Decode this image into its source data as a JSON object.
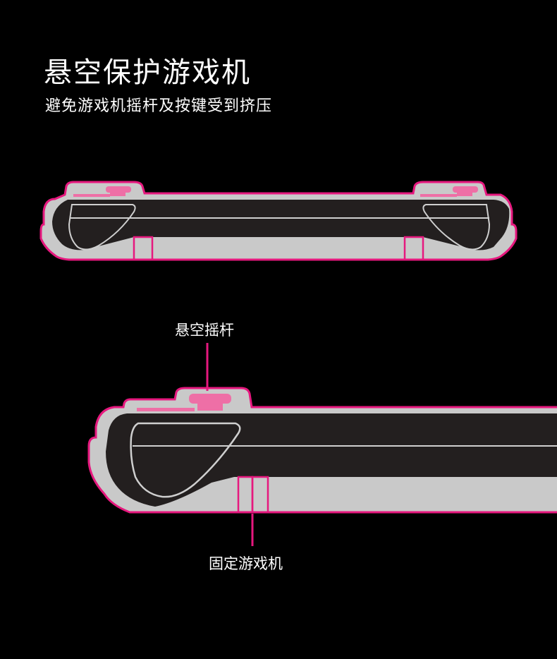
{
  "header": {
    "title": "悬空保护游戏机",
    "subtitle": "避免游戏机摇杆及按键受到挤压"
  },
  "callouts": {
    "floating_stick": "悬空摇杆",
    "fix_console": "固定游戏机"
  },
  "colors": {
    "background": "#000000",
    "case_outline": "#e6187e",
    "case_fill": "#c9c9c9",
    "console_body": "#231f1f",
    "button_pink": "#ee6fa6",
    "stroke_light": "#cfcfcf"
  }
}
